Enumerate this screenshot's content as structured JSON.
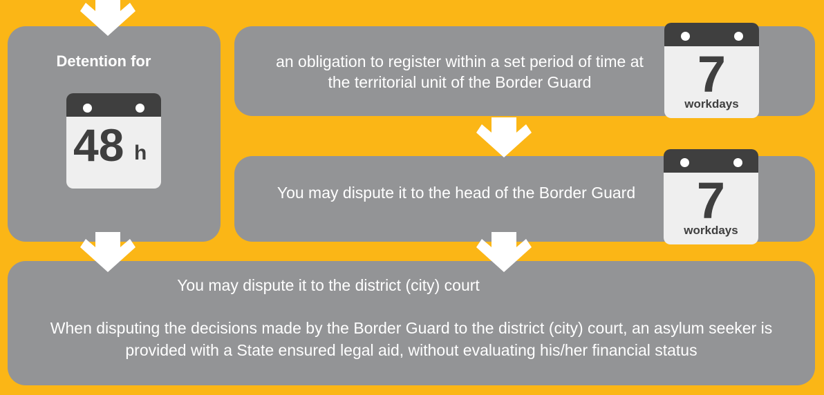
{
  "colors": {
    "background": "#fbb616",
    "box": "#939496",
    "calendar_dark": "#3f3f3f",
    "calendar_light": "#efefef",
    "text": "#ffffff"
  },
  "left": {
    "label": "Detention for",
    "calendar": {
      "value": "48",
      "unit": "h",
      "icon": "calendar-icon"
    }
  },
  "top": {
    "text": "an obligation to register within a set period of time at the territorial unit of the Border Guard",
    "calendar": {
      "value": "7",
      "unit": "workdays",
      "icon": "calendar-icon"
    }
  },
  "middle": {
    "text": "You may dispute it to the head of the Border Guard",
    "calendar": {
      "value": "7",
      "unit": "workdays",
      "icon": "calendar-icon"
    }
  },
  "bottom": {
    "title": "You may dispute it to the district (city) court",
    "note": "When disputing the decisions made by the Border Guard to the district (city) court, an asylum seeker is provided with a State ensured legal aid, without evaluating his/her financial status"
  },
  "arrows": {
    "icon": "arrow-down-icon"
  }
}
